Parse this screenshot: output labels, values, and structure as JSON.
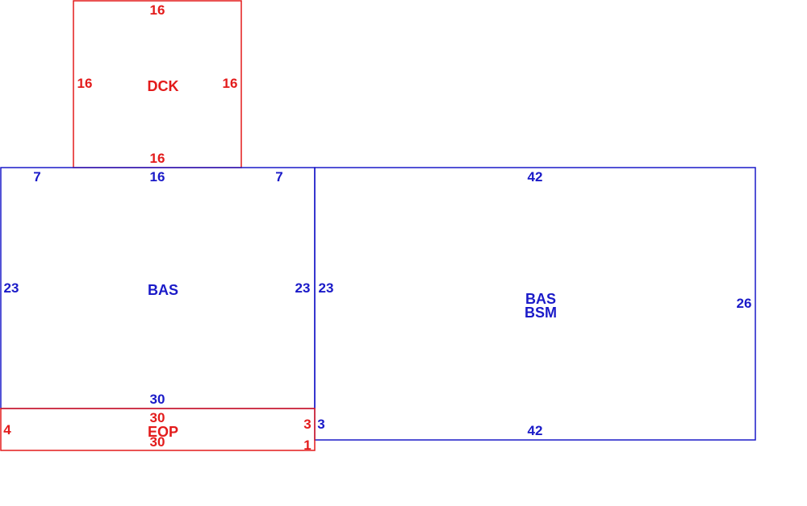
{
  "colors": {
    "red": "#e31b1b",
    "blue": "#1a1ac8"
  },
  "sketch": {
    "dck": {
      "label": "DCK",
      "top": "16",
      "bottom": "16",
      "left": "16",
      "right": "16"
    },
    "bas_left": {
      "label": "BAS",
      "top_left_segment": "7",
      "top_middle": "16",
      "top_right_segment": "7",
      "left": "23",
      "right": "23",
      "bottom": "30"
    },
    "bas_bsm": {
      "label_line1": "BAS",
      "label_line2": "BSM",
      "top": "42",
      "bottom": "42",
      "left": "23",
      "right": "26",
      "step": "3"
    },
    "eop": {
      "label": "EOP",
      "top": "30",
      "bottom": "30",
      "left": "4",
      "right_upper": "3",
      "right_lower": "1"
    }
  }
}
